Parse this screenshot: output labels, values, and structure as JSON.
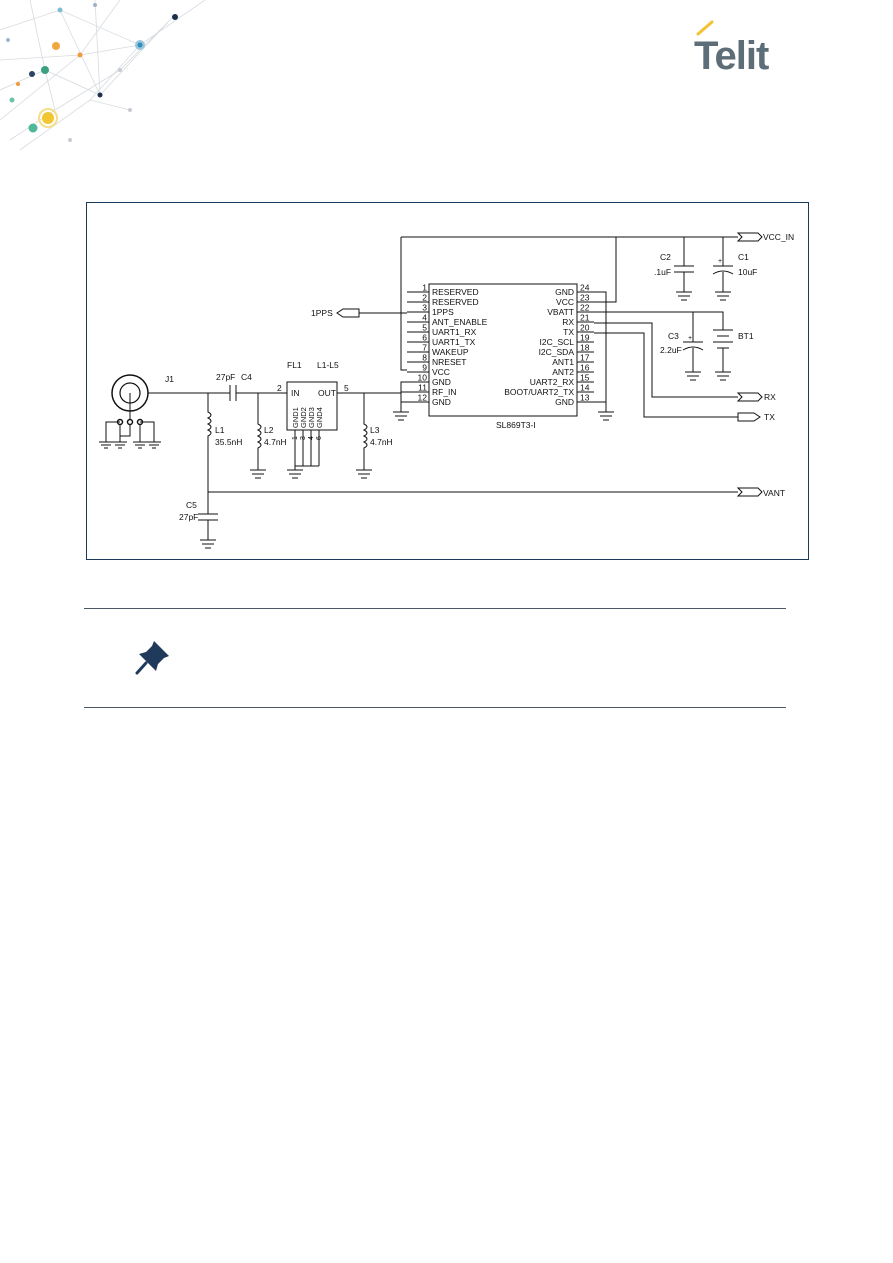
{
  "header": {
    "logo_text": "Telit",
    "logo_color": "#5d6e79",
    "logo_accent": "#f2c230"
  },
  "schematic": {
    "ic": {
      "name": "SL869T3-I",
      "left_pins": [
        {
          "num": "1",
          "name": "RESERVED"
        },
        {
          "num": "2",
          "name": "RESERVED"
        },
        {
          "num": "3",
          "name": "1PPS"
        },
        {
          "num": "4",
          "name": "ANT_ENABLE"
        },
        {
          "num": "5",
          "name": "UART1_RX"
        },
        {
          "num": "6",
          "name": "UART1_TX"
        },
        {
          "num": "7",
          "name": "WAKEUP"
        },
        {
          "num": "8",
          "name": "NRESET"
        },
        {
          "num": "9",
          "name": "VCC"
        },
        {
          "num": "10",
          "name": "GND"
        },
        {
          "num": "11",
          "name": "RF_IN"
        },
        {
          "num": "12",
          "name": "GND"
        }
      ],
      "right_pins": [
        {
          "num": "24",
          "name": "GND"
        },
        {
          "num": "23",
          "name": "VCC"
        },
        {
          "num": "22",
          "name": "VBATT"
        },
        {
          "num": "21",
          "name": "RX"
        },
        {
          "num": "20",
          "name": "TX"
        },
        {
          "num": "19",
          "name": "I2C_SCL"
        },
        {
          "num": "18",
          "name": "I2C_SDA"
        },
        {
          "num": "17",
          "name": "ANT1"
        },
        {
          "num": "16",
          "name": "ANT2"
        },
        {
          "num": "15",
          "name": "UART2_RX"
        },
        {
          "num": "14",
          "name": "BOOT/UART2_TX"
        },
        {
          "num": "13",
          "name": "GND"
        }
      ]
    },
    "ports": {
      "vcc_in": "VCC_IN",
      "pps": "1PPS",
      "rx": "RX",
      "tx": "TX",
      "vant": "VANT"
    },
    "components": {
      "c2": {
        "ref": "C2",
        "value": ".1uF"
      },
      "c1": {
        "ref": "C1",
        "value": "10uF"
      },
      "c3": {
        "ref": "C3",
        "value": "2.2uF"
      },
      "bt1": {
        "ref": "BT1"
      },
      "j1": {
        "ref": "J1"
      },
      "c4": {
        "ref": "C4",
        "value": "27pF"
      },
      "fl1": {
        "ref": "FL1",
        "part": "L1-L5",
        "in": "IN",
        "out": "OUT",
        "pin_in": "2",
        "pin_out": "5",
        "gnd_pins": [
          "GND1",
          "GND2",
          "GND3",
          "GND4"
        ],
        "gnd_nums": [
          "1",
          "3",
          "4",
          "6"
        ]
      },
      "l1": {
        "ref": "L1",
        "value": "35.5nH"
      },
      "l2": {
        "ref": "L2",
        "value": "4.7nH"
      },
      "l3": {
        "ref": "L3",
        "value": "4.7nH"
      },
      "c5": {
        "ref": "C5",
        "value": "27pF"
      }
    }
  },
  "note": {
    "icon": "pushpin-icon",
    "icon_color": "#1f3a5a"
  }
}
